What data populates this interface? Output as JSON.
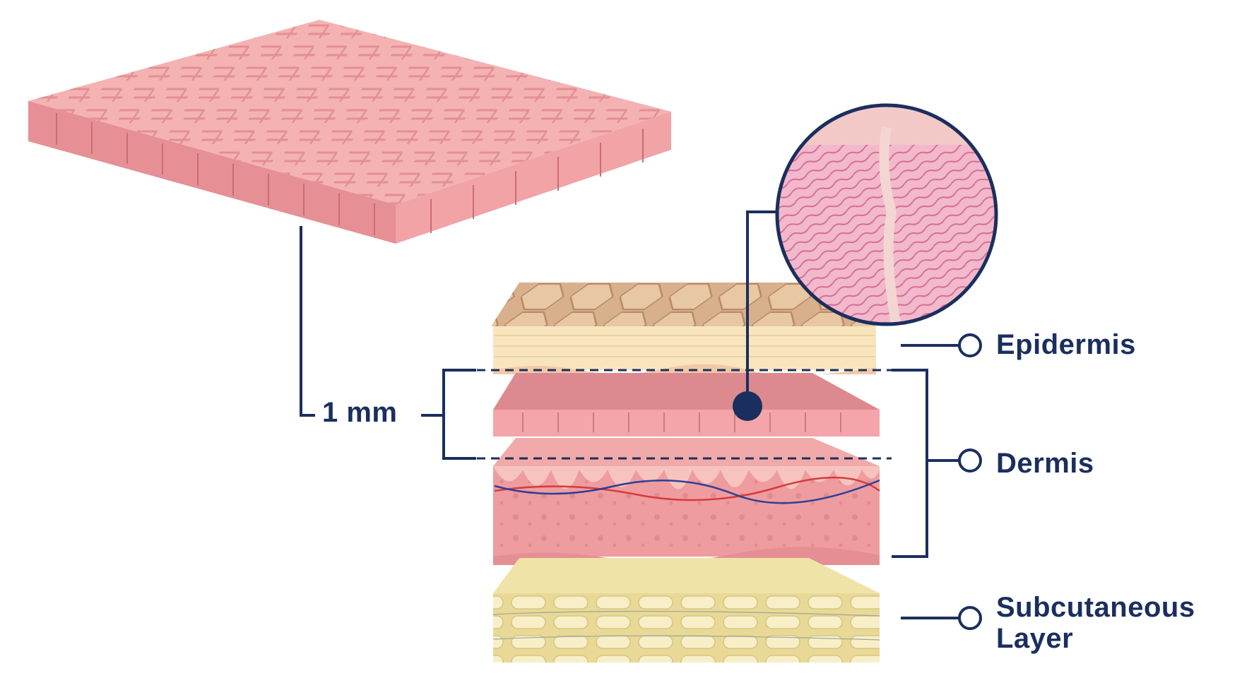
{
  "labels": {
    "epidermis": "Epidermis",
    "dermis": "Dermis",
    "subcutaneous_line1": "Subcutaneous",
    "subcutaneous_line2": "Layer",
    "thickness": "1 mm"
  },
  "colors": {
    "navy": "#1b2f5e",
    "dermis_pink": "#f0a7a9",
    "dermis_dark": "#d98b90",
    "epidermis_cream": "#f9e7c1",
    "epidermis_top": "#d7b08f",
    "fat_yellow": "#efe0a2",
    "fat_cell": "#f8f0cf",
    "vessel_red": "#d63c3c",
    "vessel_blue": "#2c3f99",
    "histology_pink": "#e79bb5",
    "histology_light": "#f3c9c8"
  }
}
